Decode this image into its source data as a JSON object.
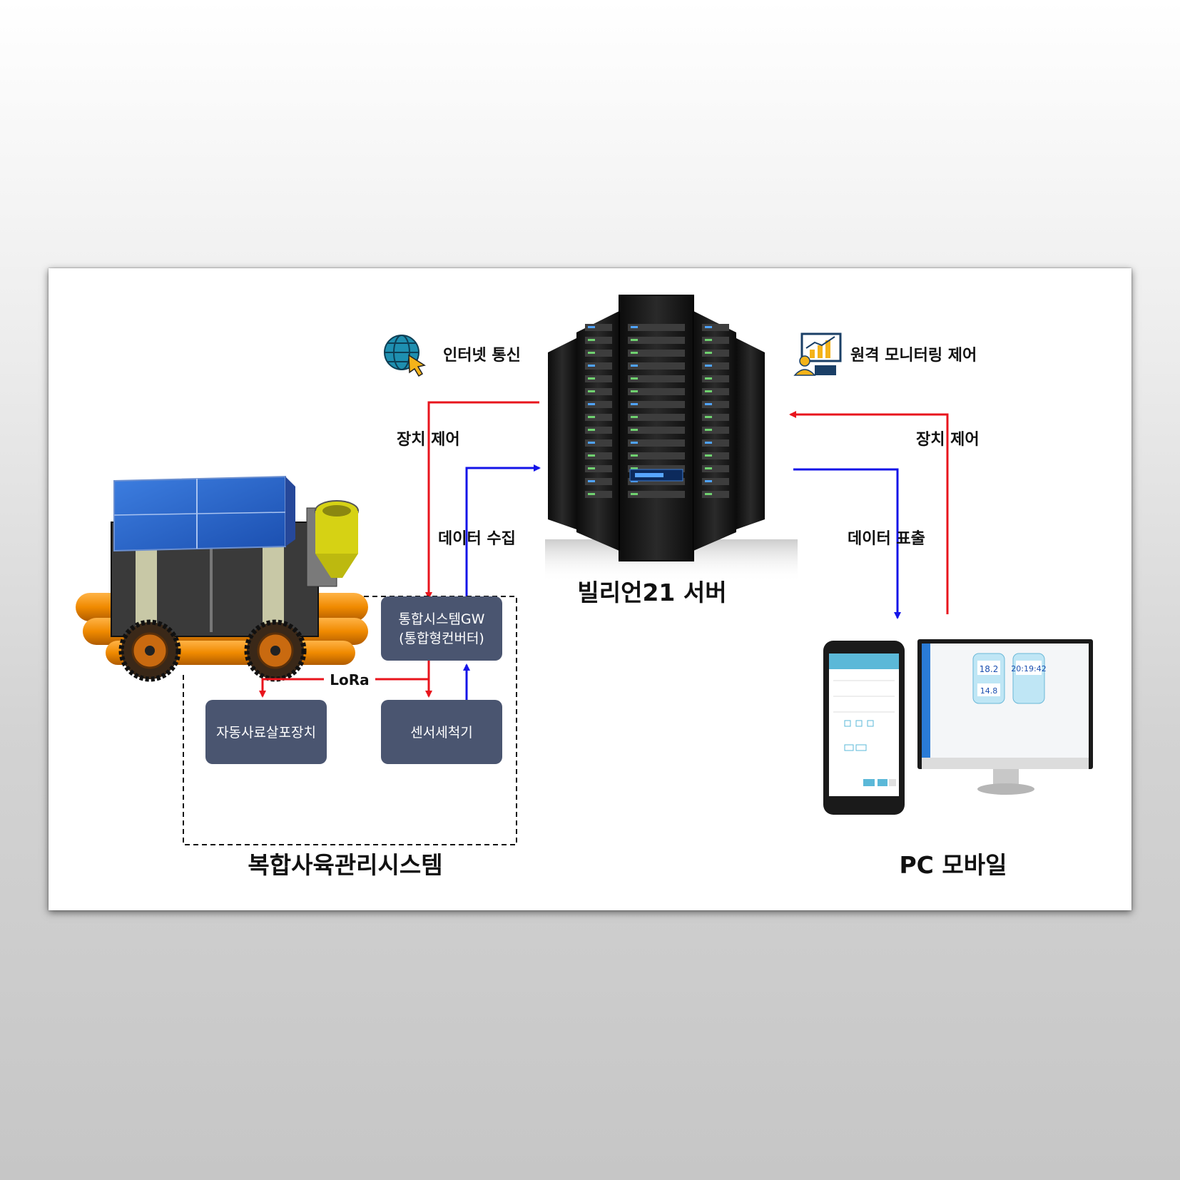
{
  "labels": {
    "internet": "인터넷 통신",
    "remote": "원격 모니터링 제어",
    "device_control_left": "장치 제어",
    "device_control_right": "장치 제어",
    "data_collect": "데이터 수집",
    "data_output": "데이터 표출",
    "server": "빌리언21 서버",
    "lora": "LoRa",
    "system": "복합사육관리시스템",
    "pc_mobile": "PC 모바일"
  },
  "boxes": {
    "gw_line1": "통합시스템GW",
    "gw_line2": "(통합형컨버터)",
    "feeder": "자동사료살포장치",
    "sensor_cleaner": "센서세척기"
  },
  "monitor": {
    "temp_value": "18.2",
    "temp_value2": "14.8",
    "clock": "20:19:42"
  },
  "colors": {
    "control_arrow": "#e8141c",
    "data_arrow": "#1414e8",
    "box_fill": "#4a5570"
  }
}
